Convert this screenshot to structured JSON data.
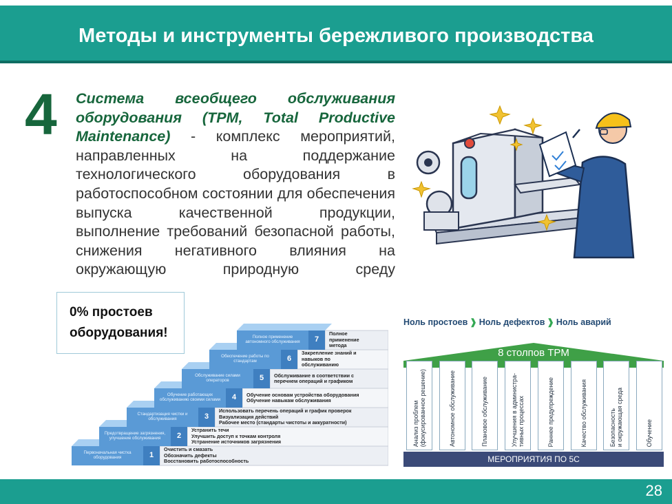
{
  "header": {
    "title": "Методы и инструменты бережливого производства"
  },
  "big_number": "4",
  "paragraph": {
    "highlight": "Система всеобщего обслуживания оборудования (TPM, Total Productive Maintenance)",
    "body": " - комплекс мероприятий, направленных на поддержание технологического оборудования в работоспособном состоянии для обеспечения выпуска качественной продукции, выполнение требований безопасной работы, снижения негативного влияния на окружающую природную среду"
  },
  "zero_box": {
    "line1": "0% простоев",
    "line2": "оборудования!"
  },
  "stairs": {
    "steps": [
      {
        "num": "1",
        "label": "Первоначальная чистка оборудования",
        "desc": [
          "Очистить и смазать",
          "Обозначить дефекты",
          "Восстановить работоспособность"
        ]
      },
      {
        "num": "2",
        "label": "Предотвращение загрязнения, улучшение обслуживания",
        "desc": [
          "Устранить течи",
          "Улучшить доступ к точкам контроля",
          "Устранение источников загрязнения"
        ]
      },
      {
        "num": "3",
        "label": "Стандартизация чистки и обслуживания",
        "desc": [
          "Использовать перечень операций и график проверок",
          "Визуализация действий",
          "Рабочее место (стандарты чистоты и аккуратности)"
        ]
      },
      {
        "num": "4",
        "label": "Обучение работающих обслуживанию своими силами",
        "desc": [
          "Обучение основам устройства оборудования",
          "Обучение навыкам обслуживания"
        ]
      },
      {
        "num": "5",
        "label": "Обслуживание силами операторов",
        "desc": [
          "Обслуживание в соответствии с",
          "перечнем операций и графиком"
        ]
      },
      {
        "num": "6",
        "label": "Обеспечение работы по стандартам",
        "desc": [
          "Закрепление знаний и",
          "навыков по",
          "обслуживанию"
        ]
      },
      {
        "num": "7",
        "label": "Полное применение автономного обслуживания",
        "desc": [
          "Полное",
          "применение",
          "метода"
        ]
      }
    ]
  },
  "temple": {
    "zeros": [
      "Ноль простоев",
      "Ноль дефектов",
      "Ноль аварий"
    ],
    "sep_glyph": "❱",
    "roof_label": "8 столпов TPM",
    "pillars": [
      "Анализ проблем\n(фокусированное решение)",
      "Автономное обслуживание",
      "Плановое обслуживание",
      "Улучшения в администра-\nтивных процессах",
      "Раннее предупреждение",
      "Качество обслуживания",
      "Безопасность\nи окружающая среда",
      "Обучение"
    ],
    "base_label": "МЕРОПРИЯТИЯ ПО 5С"
  },
  "footer": {
    "page_number": "28"
  },
  "colors": {
    "teal": "#1b9e90",
    "dark_green": "#17663c",
    "roof_green": "#3fa047",
    "navy": "#3b4a78",
    "step_blue": "#5a9ad6"
  },
  "icons": [
    "machine-illustration",
    "engineer-illustration",
    "sparkle-icon"
  ]
}
